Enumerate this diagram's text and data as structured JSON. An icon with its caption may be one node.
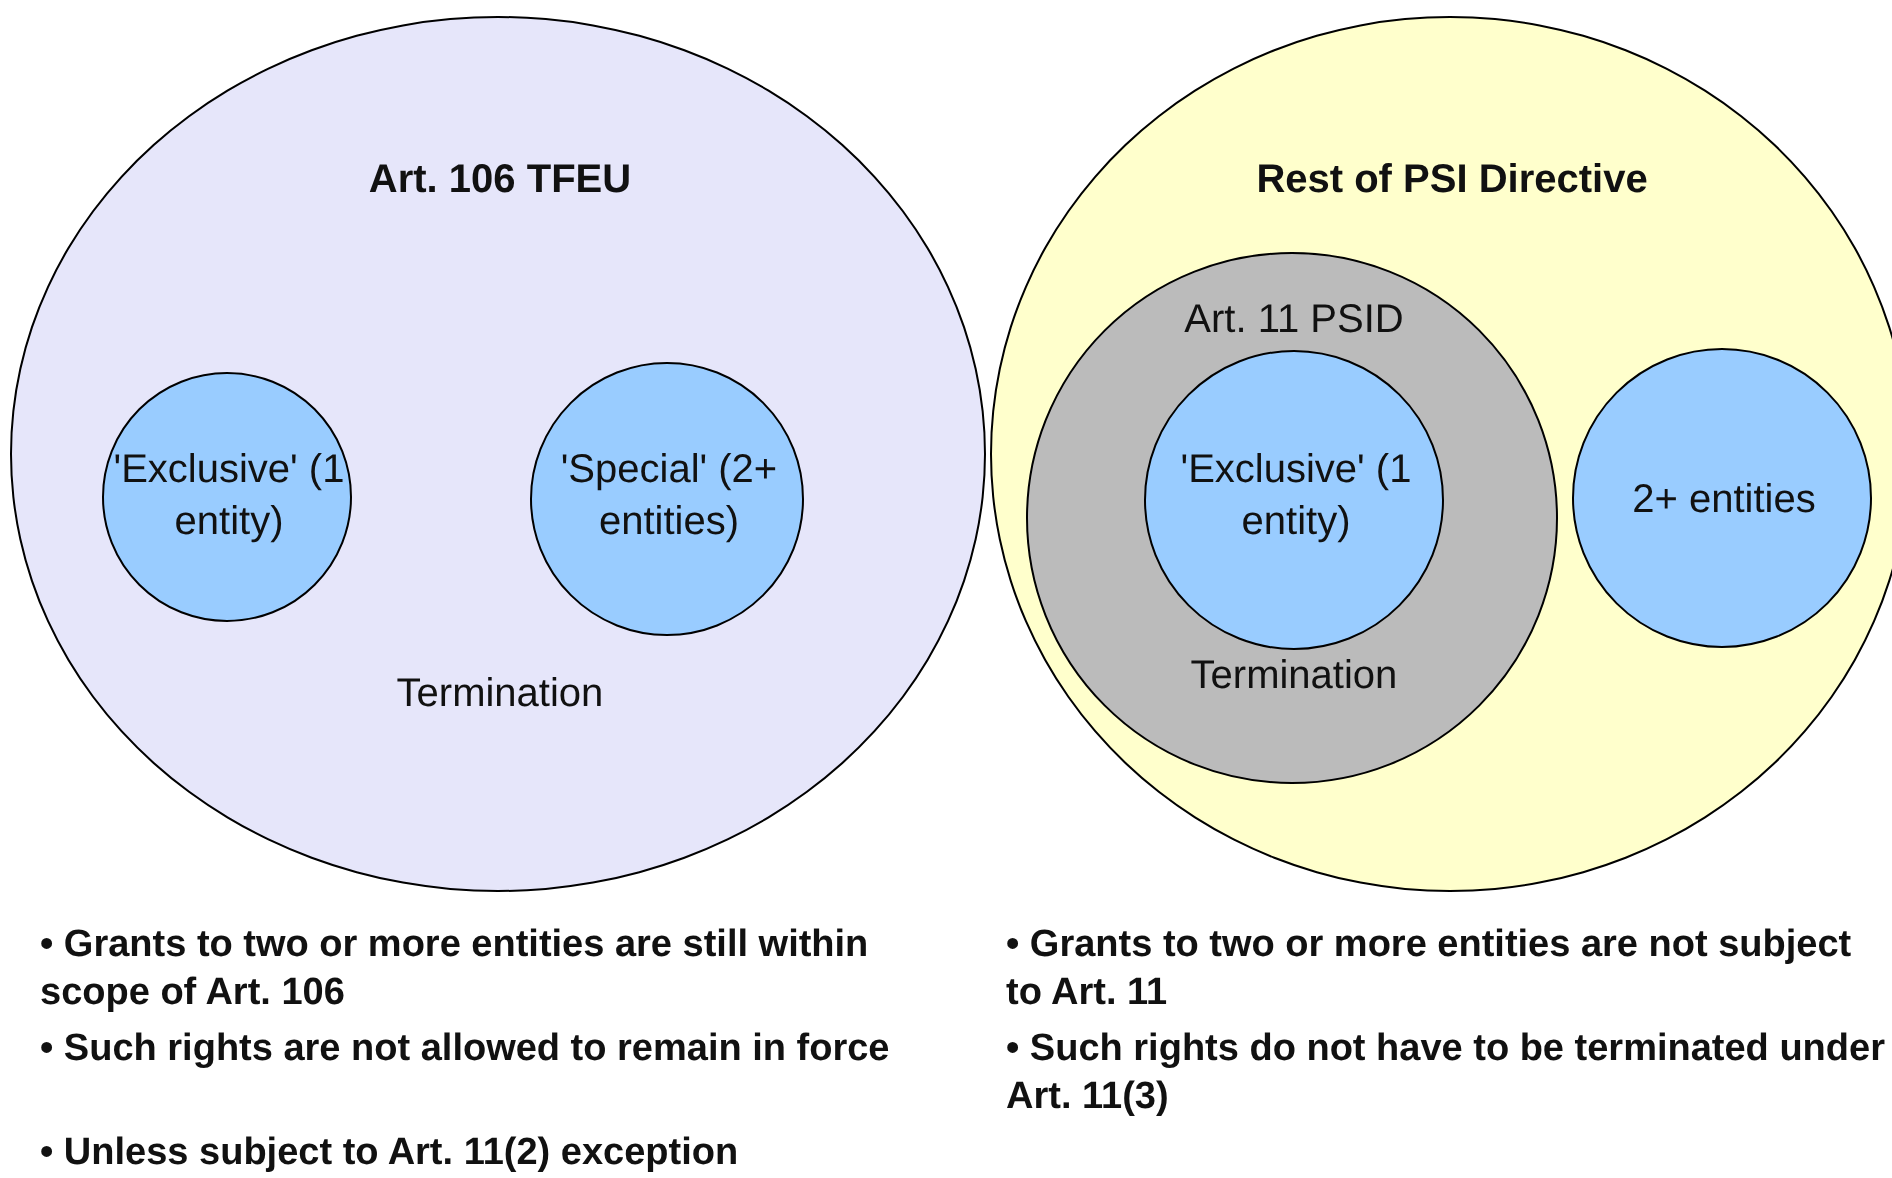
{
  "diagram": {
    "nodes": [
      {
        "text": [
          "Art. 106 TFEU",
          "Termination"
        ]
      },
      {
        "text": [
          "'Exclusive' (1 entity)"
        ],
        "in": 0
      },
      {
        "text": [
          "'Special' (2+ entities)"
        ],
        "in": 0
      },
      {
        "text": [
          "Rest of PSI Directive"
        ]
      },
      {
        "text": [
          "Art. 11 PSID",
          "Termination"
        ],
        "in": 3
      },
      {
        "text": [
          "'Exclusive' (1 entity)"
        ],
        "in": 4
      },
      {
        "text": [
          "2+ entities"
        ],
        "in": 3
      }
    ],
    "edges": [],
    "labels": [
      "• Grants to two or more entities are still within scope of Art. 106",
      "• Such rights are not allowed to remain in force",
      "• Unless subject to Art. 11(2) exception",
      "• Grants to two or more entities are not subject to Art. 11",
      "• Such rights do not have to be terminated under Art. 11(3)"
    ]
  }
}
